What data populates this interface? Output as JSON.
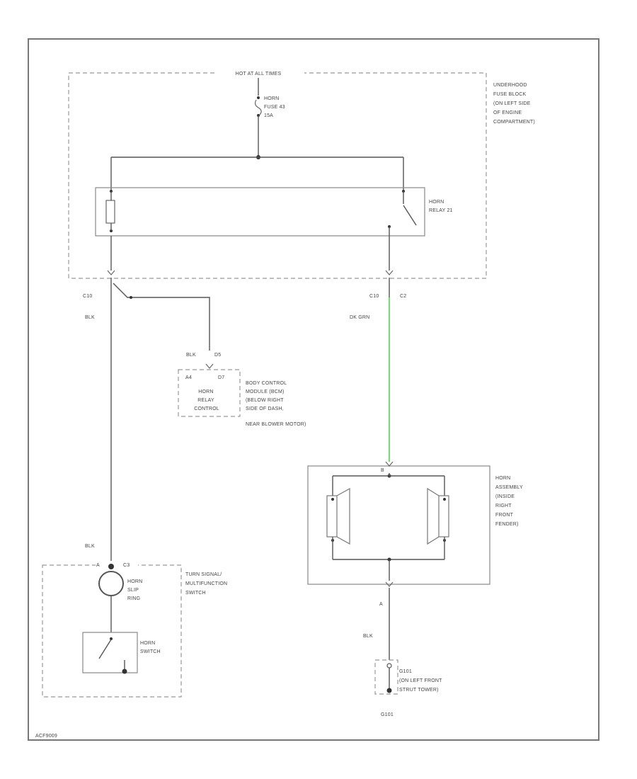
{
  "fuse_block": {
    "title": "HOT AT ALL TIMES",
    "desc": [
      "UNDERHOOD",
      "FUSE BLOCK",
      "(ON LEFT SIDE",
      "OF ENGINE",
      "COMPARTMENT)"
    ],
    "fuse": [
      "HORN",
      "FUSE 43",
      "15A"
    ],
    "relay": [
      "HORN",
      "RELAY 21"
    ]
  },
  "connectors": {
    "c10_left": "C10",
    "c10_right": "C10",
    "c2": "C2"
  },
  "wires": {
    "left_blk_1": "BLK",
    "dk_grn": "DK GRN",
    "bcm_blk": "BLK",
    "bcm_pin_d5": "D5",
    "left_blk_2": "BLK",
    "lower_blk": "BLK",
    "wire_color_green": "#7fd67f"
  },
  "bcm": {
    "pin_a": "A4",
    "pin_b": "D7",
    "inner": [
      "HORN",
      "RELAY",
      "CONTROL"
    ],
    "desc": [
      "BODY CONTROL",
      "MODULE (BCM)",
      "(BELOW RIGHT",
      "SIDE OF DASH,",
      "NEAR BLOWER MOTOR)"
    ]
  },
  "horn": {
    "pin_top": "B",
    "pin_bottom": "A",
    "desc": [
      "HORN",
      "ASSEMBLY",
      "(INSIDE",
      "RIGHT",
      "FRONT",
      "FENDER)"
    ]
  },
  "turn_switch": {
    "pin_a": "A",
    "pin_c": "C3",
    "slip": [
      "HORN",
      "SLIP",
      "RING"
    ],
    "switch": [
      "HORN",
      "SWITCH"
    ],
    "desc": [
      "TURN SIGNAL/",
      "MULTIFUNCTION",
      "SWITCH"
    ]
  },
  "ground": {
    "desc": [
      "G101",
      "(ON LEFT FRONT",
      "STRUT TOWER)"
    ],
    "label": "G101"
  },
  "footer_code": "ACF9009"
}
